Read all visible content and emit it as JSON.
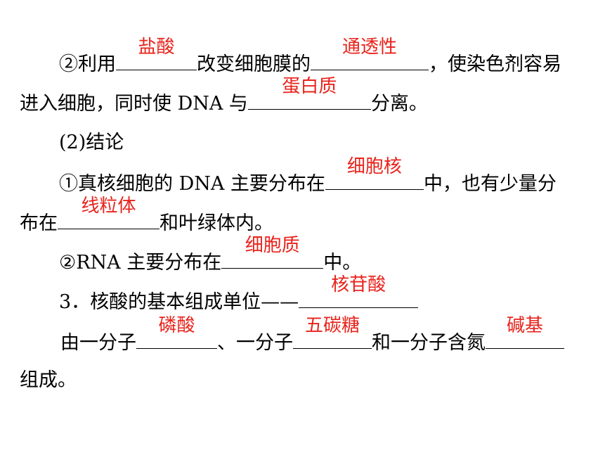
{
  "colors": {
    "text": "#000000",
    "answer": "#e8231c",
    "background": "#ffffff"
  },
  "lines": [
    {
      "t1": "②利用",
      "b1": "盐酸",
      "t2": "改变细胞膜的",
      "b2": "通透性",
      "t3": "，使染色剂容易"
    },
    {
      "t1": "进入细胞，同时使 DNA 与",
      "b1": "蛋白质",
      "t2": "分离。"
    },
    {
      "t1": "(2)结论"
    },
    {
      "t1": "①真核细胞的 DNA 主要分布在",
      "b1": "细胞核",
      "t2": "中，也有少量分"
    },
    {
      "t1": "布在",
      "b1": "线粒体",
      "t2": "和叶绿体内。"
    },
    {
      "t1": "②RNA 主要分布在",
      "b1": "细胞质",
      "t2": "中。"
    },
    {
      "t1": "3．核酸的基本组成单位——",
      "b1": "核苷酸"
    },
    {
      "t1": "由一分子",
      "b1": "磷酸",
      "t2": "、一分子",
      "b2": "五碳糖",
      "t3": "和一分子含氮",
      "b3": "碱基"
    },
    {
      "t1": "组成。"
    }
  ]
}
